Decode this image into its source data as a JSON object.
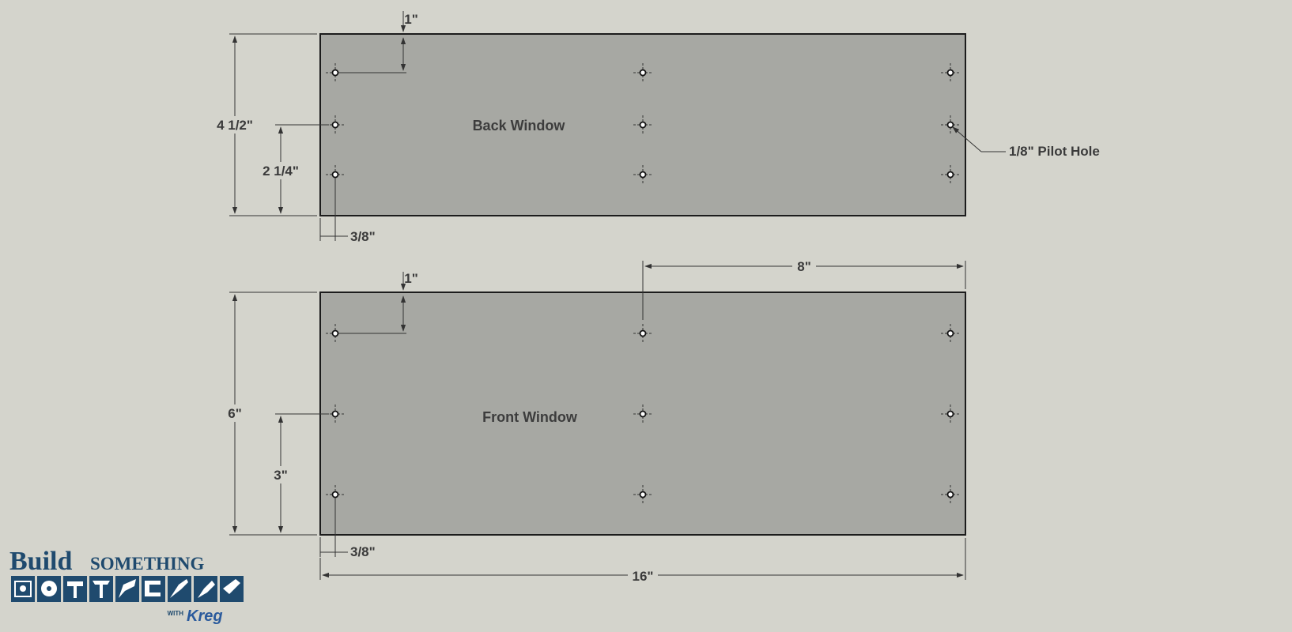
{
  "panels": {
    "back": {
      "label": "Back Window"
    },
    "front": {
      "label": "Front Window"
    }
  },
  "dimensions": {
    "back_height": "4 1/2\"",
    "back_half_height": "2 1/4\"",
    "back_top_offset": "1\"",
    "back_side_offset": "3/8\"",
    "front_height": "6\"",
    "front_half_height": "3\"",
    "front_top_offset": "1\"",
    "front_side_offset": "3/8\"",
    "front_half_width": "8\"",
    "overall_width": "16\""
  },
  "callouts": {
    "pilot_hole": "1/8\" Pilot Hole"
  },
  "logo": {
    "build": "Build",
    "something": "SOMETHING",
    "with": "WITH",
    "brand": "Kreg"
  },
  "colors": {
    "background": "#d4d4cc",
    "panel_fill": "#a7a8a3",
    "outline": "#1c1c1c",
    "logo_blue": "#1f4a6e"
  }
}
